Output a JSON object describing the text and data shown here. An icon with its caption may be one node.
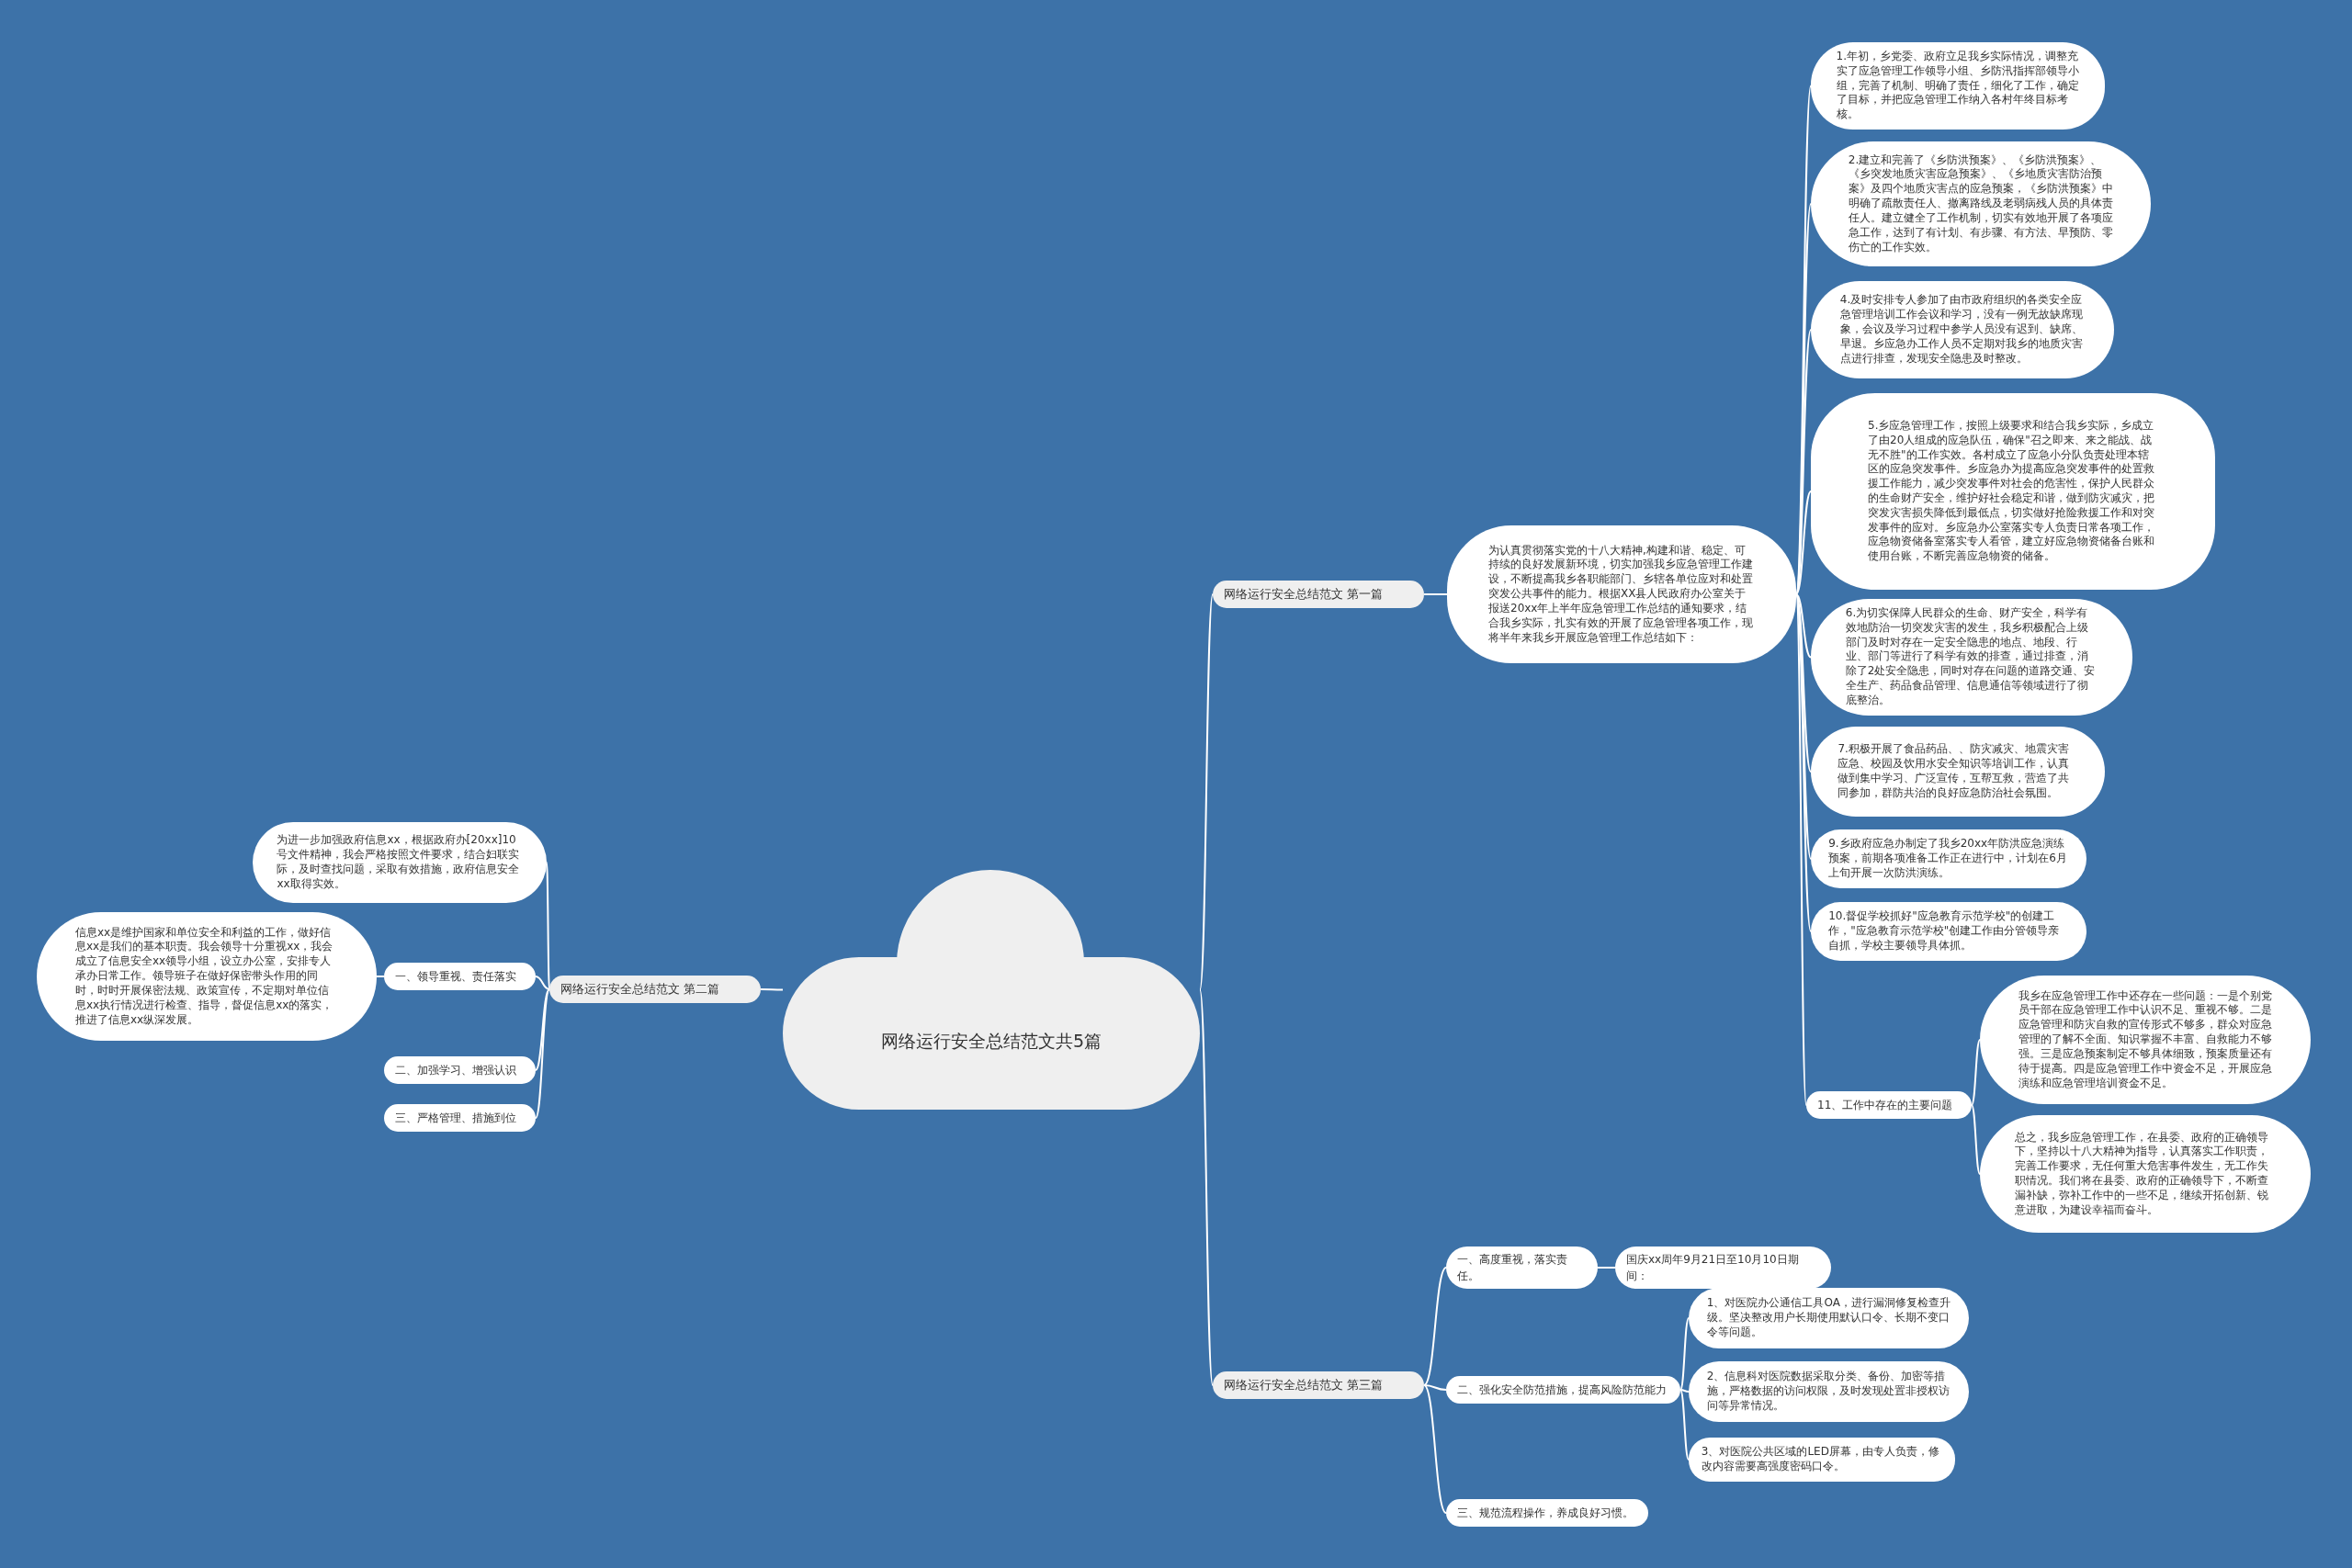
{
  "diagram": {
    "nodes": [
      {
        "text": [
          "网络运行安全总结范文共5篇"
        ]
      },
      {
        "text": [
          "网络运行安全总结范文 第一篇"
        ]
      },
      {
        "text": [
          "为认真贯彻落实党的十八大精神,构建和谐、稳定、可持续的良好发展新环境，切实加强我乡应急管理工作建设，不断提高我乡各职能部门、乡辖各单位应对和处置突发公共事件的能力。根据XX县人民政府办公室关于报送20xx年上半年应急管理工作总结的通知要求，结合我乡实际，扎实有效的开展了应急管理各项工作，现将半年来我乡开展应急管理工作总结如下："
        ]
      },
      {
        "text": [
          "1.年初，乡党委、政府立足我乡实际情况，调整充实了应急管理工作领导小组、乡防汛指挥部领导小组，完善了机制、明确了责任，细化了工作，确定了目标，并把应急管理工作纳入各村年终目标考核。"
        ]
      },
      {
        "text": [
          "2.建立和完善了《乡防洪预案》、《乡防洪预案》、《乡突发地质灾害应急预案》、《乡地质灾害防治预案》及四个地质灾害点的应急预案，《乡防洪预案》中明确了疏散责任人、撤离路线及老弱病残人员的具体责任人。建立健全了工作机制，切实有效地开展了各项应急工作，达到了有计划、有步骤、有方法、早预防、零伤亡的工作实效。"
        ]
      },
      {
        "text": [
          "4.及时安排专人参加了由市政府组织的各类安全应急管理培训工作会议和学习，没有一例无故缺席现象，会议及学习过程中参学人员没有迟到、缺席、早退。乡应急办工作人员不定期对我乡的地质灾害点进行排查，发现安全隐患及时整改。"
        ]
      },
      {
        "text": [
          "5.乡应急管理工作，按照上级要求和结合我乡实际，乡成立了由20人组成的应急队伍，确保\"召之即来、来之能战、战无不胜\"的工作实效。各村成立了应急小分队负责处理本辖区的应急突发事件。乡应急办为提高应急突发事件的处置救援工作能力，减少突发事件对社会的危害性，保护人民群众的生命财产安全，维护好社会稳定和谐，做到防灾减灾，把突发灾害损失降低到最低点，切实做好抢险救援工作和对突发事件的应对。乡应急办公室落实专人负责日常各项工作，应急物资储备室落实专人看管，建立好应急物资储备台账和使用台账，不断完善应急物资的储备。"
        ]
      },
      {
        "text": [
          "6.为切实保障人民群众的生命、财产安全，科学有效地防治一切突发灾害的发生，我乡积极配合上级部门及时对存在一定安全隐患的地点、地段、行业、部门等进行了科学有效的排查，通过排查，消除了2处安全隐患，同时对存在问题的道路交通、安全生产、药品食品管理、信息通信等领域进行了彻底整治。"
        ]
      },
      {
        "text": [
          "7.积极开展了食品药品、、防灾减灾、地震灾害应急、校园及饮用水安全知识等培训工作，认真做到集中学习、广泛宣传，互帮互救，营造了共同参加，群防共治的良好应急防治社会氛围。"
        ]
      },
      {
        "text": [
          "9.乡政府应急办制定了我乡20xx年防洪应急演练预案，前期各项准备工作正在进行中，计划在6月上旬开展一次防洪演练。"
        ]
      },
      {
        "text": [
          "10.督促学校抓好\"应急教育示范学校\"的创建工作，\"应急教育示范学校\"创建工作由分管领导亲自抓，学校主要领导具体抓。"
        ]
      },
      {
        "text": [
          "11、工作中存在的主要问题"
        ]
      },
      {
        "text": [
          "我乡在应急管理工作中还存在一些问题：一是个别党员干部在应急管理工作中认识不足、重视不够。二是应急管理和防灾自救的宣传形式不够多，群众对应急管理的了解不全面、知识掌握不丰富、自救能力不够强。三是应急预案制定不够具体细致，预案质量还有待于提高。四是应急管理工作中资金不足，开展应急演练和应急管理培训资金不足。"
        ]
      },
      {
        "text": [
          "总之，我乡应急管理工作，在县委、政府的正确领导下，坚持以十八大精神为指导，认真落实工作职责，完善工作要求，无任何重大危害事件发生，无工作失职情况。我们将在县委、政府的正确领导下，不断查漏补缺，弥补工作中的一些不足，继续开拓创新、锐意进取，为建设幸福而奋斗。"
        ]
      },
      {
        "text": [
          "网络运行安全总结范文 第二篇"
        ]
      },
      {
        "text": [
          "为进一步加强政府信息xx，根据政府办[20xx]10号文件精神，我会严格按照文件要求，结合妇联实际，及时查找问题，采取有效措施，政府信息安全xx取得实效。"
        ]
      },
      {
        "text": [
          "一、领导重视、责任落实"
        ]
      },
      {
        "text": [
          "信息xx是维护国家和单位安全和利益的工作，做好信息xx是我们的基本职责。我会领导十分重视xx，我会成立了信息安全xx领导小组，设立办公室，安排专人承办日常工作。领导班子在做好保密带头作用的同时，时时开展保密法规、政策宣传，不定期对单位信息xx执行情况进行检查、指导，督促信息xx的落实，推进了信息xx纵深发展。"
        ]
      },
      {
        "text": [
          "二、加强学习、增强认识"
        ]
      },
      {
        "text": [
          "三、严格管理、措施到位"
        ]
      },
      {
        "text": [
          "网络运行安全总结范文 第三篇"
        ]
      },
      {
        "text": [
          "一、高度重视，落实责任。"
        ]
      },
      {
        "text": [
          "国庆xx周年9月21日至10月10日期间："
        ]
      },
      {
        "text": [
          "二、强化安全防范措施，提高风险防范能力"
        ]
      },
      {
        "text": [
          "1、对医院办公通信工具OA，进行漏洞修复检查升级。坚决整改用户长期使用默认口令、长期不变口令等问题。"
        ]
      },
      {
        "text": [
          "2、信息科对医院数据采取分类、备份、加密等措施，严格数据的访问权限，及时发现处置非授权访问等异常情况。"
        ]
      },
      {
        "text": [
          "3、对医院公共区域的LED屏幕，由专人负责，修改内容需要高强度密码口令。"
        ]
      },
      {
        "text": [
          "三、规范流程操作，养成良好习惯。"
        ]
      }
    ],
    "edges": [
      {
        "from": 0,
        "to": 1,
        "arrow": "none"
      },
      {
        "from": 1,
        "to": 2,
        "arrow": "none"
      },
      {
        "from": 2,
        "to": 3,
        "arrow": "none"
      },
      {
        "from": 2,
        "to": 4,
        "arrow": "none"
      },
      {
        "from": 2,
        "to": 5,
        "arrow": "none"
      },
      {
        "from": 2,
        "to": 6,
        "arrow": "none"
      },
      {
        "from": 2,
        "to": 7,
        "arrow": "none"
      },
      {
        "from": 2,
        "to": 8,
        "arrow": "none"
      },
      {
        "from": 2,
        "to": 9,
        "arrow": "none"
      },
      {
        "from": 2,
        "to": 10,
        "arrow": "none"
      },
      {
        "from": 2,
        "to": 11,
        "arrow": "none"
      },
      {
        "from": 11,
        "to": 12,
        "arrow": "none"
      },
      {
        "from": 11,
        "to": 13,
        "arrow": "none"
      },
      {
        "from": 0,
        "to": 14,
        "arrow": "none"
      },
      {
        "from": 14,
        "to": 15,
        "arrow": "none"
      },
      {
        "from": 14,
        "to": 16,
        "arrow": "none"
      },
      {
        "from": 16,
        "to": 17,
        "arrow": "none"
      },
      {
        "from": 14,
        "to": 18,
        "arrow": "none"
      },
      {
        "from": 14,
        "to": 19,
        "arrow": "none"
      },
      {
        "from": 0,
        "to": 20,
        "arrow": "none"
      },
      {
        "from": 20,
        "to": 21,
        "arrow": "none"
      },
      {
        "from": 21,
        "to": 22,
        "arrow": "none"
      },
      {
        "from": 20,
        "to": 23,
        "arrow": "none"
      },
      {
        "from": 23,
        "to": 24,
        "arrow": "none"
      },
      {
        "from": 23,
        "to": 25,
        "arrow": "none"
      },
      {
        "from": 23,
        "to": 26,
        "arrow": "none"
      },
      {
        "from": 20,
        "to": 27,
        "arrow": "none"
      }
    ]
  }
}
